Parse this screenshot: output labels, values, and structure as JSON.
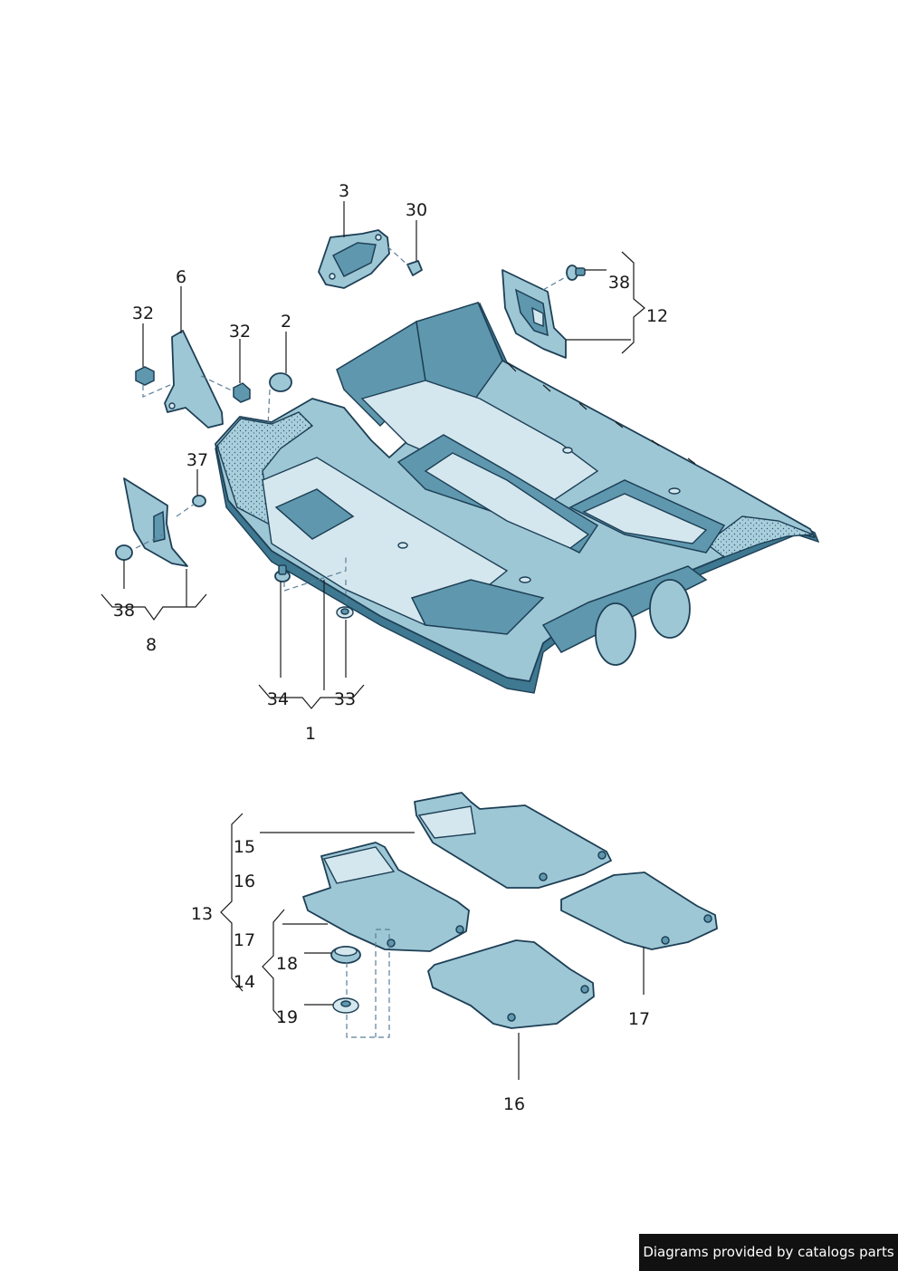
{
  "callouts": {
    "c1": "1",
    "c2": "2",
    "c3": "3",
    "c6": "6",
    "c8": "8",
    "c12": "12",
    "c13": "13",
    "c14": "14",
    "c15": "15",
    "c16a": "16",
    "c16b": "16",
    "c17a": "17",
    "c17b": "17",
    "c18": "18",
    "c19": "19",
    "c30": "30",
    "c32a": "32",
    "c32b": "32",
    "c33": "33",
    "c34": "34",
    "c37": "37",
    "c38a": "38",
    "c38b": "38"
  },
  "footer": {
    "text": "Diagrams provided by catalogs parts"
  },
  "colors": {
    "part_fill": "#9ec7d6",
    "part_outline": "#1d3f55",
    "footer_bg": "#111111"
  }
}
